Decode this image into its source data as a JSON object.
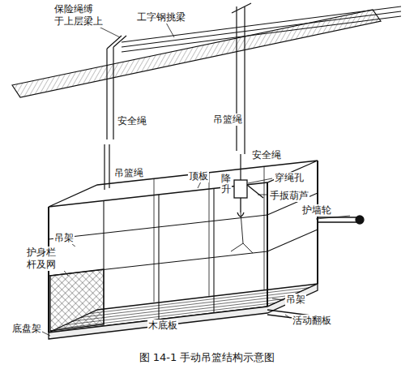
{
  "diagram": {
    "caption": "图 14-1 手动吊篮结构示意图",
    "labels": [
      "保险绳缚 于上层梁上",
      "工字钢挑梁",
      "安全绳",
      "吊篮绳",
      "安全绳",
      "吊篮绳",
      "顶板",
      "穿绳孔",
      "手扳葫芦",
      "降升",
      "护墙轮",
      "吊架",
      "护身栏 杆及网",
      "吊架",
      "活动翻板",
      "底盘架",
      "木底板"
    ]
  }
}
